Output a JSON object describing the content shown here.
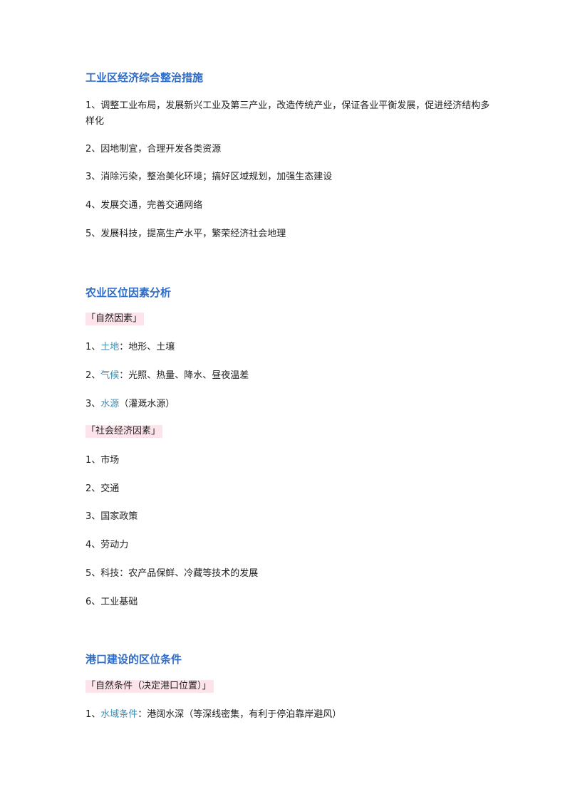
{
  "sections": [
    {
      "title": "工业区经济综合整治措施",
      "items": [
        {
          "num": "1、",
          "text": "调整工业布局，发展新兴工业及第三产业，改造传统产业，保证各业平衡发展，促进经济结构多样化"
        },
        {
          "num": "2、",
          "text": "因地制宜，合理开发各类资源"
        },
        {
          "num": "3、",
          "text": "消除污染，整治美化环境；搞好区域规划，加强生态建设"
        },
        {
          "num": "4、",
          "text": "发展交通，完善交通网络"
        },
        {
          "num": "5、",
          "text": "发展科技，提高生产水平，繁荣经济社会地理"
        }
      ]
    },
    {
      "title": "农业区位因素分析",
      "groups": [
        {
          "tag": "「自然因素」",
          "items": [
            {
              "num": "1、",
              "kw": "土地",
              "text": "：地形、土壤"
            },
            {
              "num": "2、",
              "kw": "气候",
              "text": "：光照、热量、降水、昼夜温差"
            },
            {
              "num": "3、",
              "kw": "水源",
              "text": "（灌溉水源）"
            }
          ]
        },
        {
          "tag": "「社会经济因素」",
          "items": [
            {
              "num": "1、",
              "text": "市场"
            },
            {
              "num": "2、",
              "text": "交通"
            },
            {
              "num": "3、",
              "text": "国家政策"
            },
            {
              "num": "4、",
              "text": "劳动力"
            },
            {
              "num": "5、",
              "text": "科技：农产品保鲜、冷藏等技术的发展"
            },
            {
              "num": "6、",
              "text": "工业基础"
            }
          ]
        }
      ]
    },
    {
      "title": "港口建设的区位条件",
      "groups": [
        {
          "tag": "「自然条件（决定港口位置）」",
          "items": [
            {
              "num": "1、",
              "kw": "水域条件",
              "text": "：港阔水深（等深线密集，有利于停泊靠岸避风）"
            }
          ]
        }
      ]
    }
  ]
}
